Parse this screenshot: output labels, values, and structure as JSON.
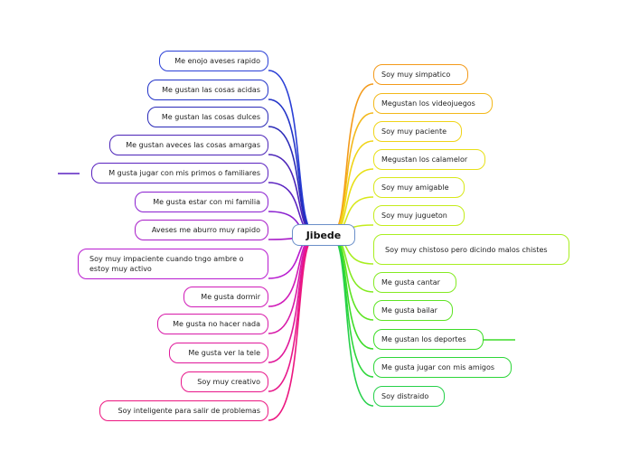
{
  "center": {
    "label": "Jibede"
  },
  "left_nodes": [
    {
      "label": "Me enojo aveses rapido",
      "color": "#2a3fd6"
    },
    {
      "label": "Me gustan las cosas acidas",
      "color": "#2233c8"
    },
    {
      "label": "Me gustan las cosas dulces",
      "color": "#2a2ab8"
    },
    {
      "label": "Me gustan aveces las cosas amargas",
      "color": "#4b24b8"
    },
    {
      "label": "M gusta jugar con mis primos o familiares",
      "color": "#5a22c0"
    },
    {
      "label": "Me gusta estar con mi familia",
      "color": "#8a1fd0"
    },
    {
      "label": "Aveses me aburro muy rapido",
      "color": "#a81cc8"
    },
    {
      "label": "Soy muy impaciente cuando tngo ambre o estoy muy activo",
      "color": "#b81bd0"
    },
    {
      "label": "Me gusta dormir",
      "color": "#d01ab8"
    },
    {
      "label": "Me gusta no hacer nada",
      "color": "#d81aa8"
    },
    {
      "label": "Me gusta ver la tele",
      "color": "#e0189a"
    },
    {
      "label": "Soy muy creativo",
      "color": "#e8178a"
    },
    {
      "label": "Soy inteligente para salir de problemas",
      "color": "#ec1680"
    }
  ],
  "right_nodes": [
    {
      "label": "Soy muy simpatico",
      "color": "#f39a1a"
    },
    {
      "label": "Megustan los videojuegos",
      "color": "#f3b81a"
    },
    {
      "label": "Soy muy paciente",
      "color": "#f0d418"
    },
    {
      "label": "Megustan los calamelor",
      "color": "#e8e018"
    },
    {
      "label": "Soy muy amigable",
      "color": "#d8e81a"
    },
    {
      "label": "Soy muy jugueton",
      "color": "#c4ec1c"
    },
    {
      "label": "Soy muy chistoso pero dicindo malos chistes",
      "color": "#a8ee20"
    },
    {
      "label": "Me gusta cantar",
      "color": "#84ea22"
    },
    {
      "label": "Me gusta bailar",
      "color": "#5ee424"
    },
    {
      "label": "Me gustan los deportes",
      "color": "#3ddc28"
    },
    {
      "label": "Me gusta jugar con mis amigos",
      "color": "#2ed63a"
    },
    {
      "label": "Soy distraido",
      "color": "#26d04a"
    }
  ]
}
